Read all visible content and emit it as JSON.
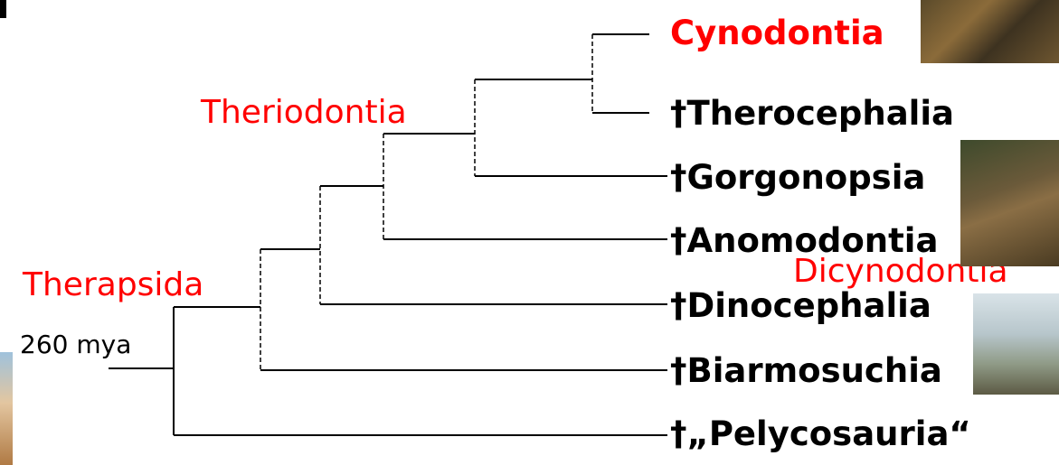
{
  "taxa": {
    "cynodontia": "Cynodontia",
    "therocephalia": "†Therocephalia",
    "gorgonopsia": "†Gorgonopsia",
    "anomodontia": "†Anomodontia",
    "dinocephalia": "†Dinocephalia",
    "biarmosuchia": "†Biarmosuchia",
    "pelycosauria": "†„Pelycosauria“"
  },
  "clades": {
    "theriodontia": "Theriodontia",
    "therapsida": "Therapsida",
    "dicynodontia": "Dicynodontia"
  },
  "age_label": "260 mya",
  "colors": {
    "highlight": "#ff0000",
    "text": "#000000"
  }
}
